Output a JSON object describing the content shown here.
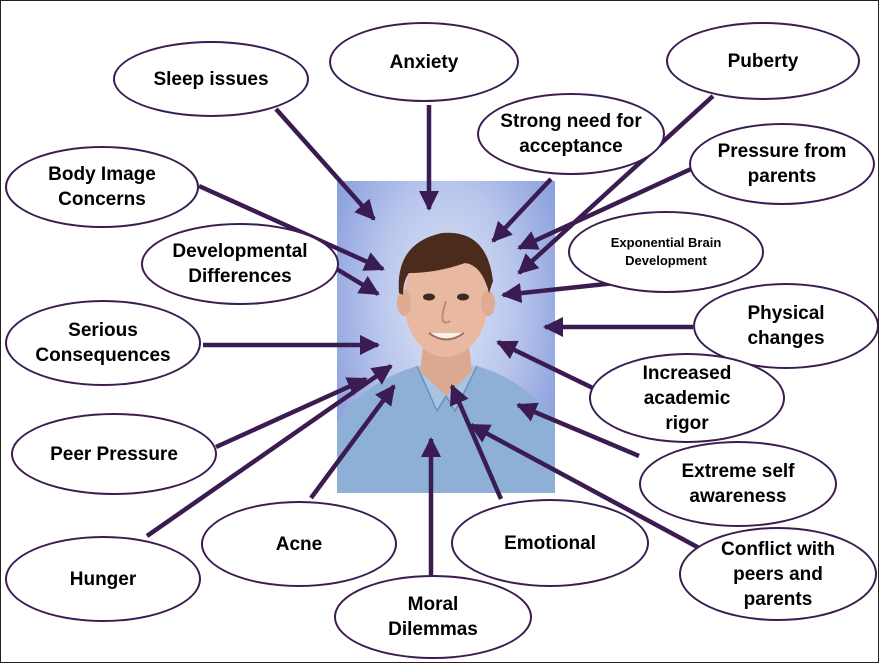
{
  "colors": {
    "arrow": "#3b1c52",
    "bubble_border": "#3b1c52",
    "photo_background": "#b9c6ec",
    "shirt": "#8fb0d6",
    "hair": "#4a2b1c",
    "skin": "#e8b9a0"
  },
  "photo": {
    "subject": "student-portrait"
  },
  "bubbles": {
    "sleep_issues": "Sleep issues",
    "anxiety": "Anxiety",
    "puberty": "Puberty",
    "strong_need": "Strong need for acceptance",
    "pressure_parents": "Pressure from parents",
    "body_image": "Body Image Concerns",
    "developmental": "Developmental Differences",
    "exponential_brain": "Exponential Brain Development",
    "serious_consequences": "Serious Consequences",
    "physical_changes": "Physical changes",
    "increased_academic": "Increased academic rigor",
    "peer_pressure": "Peer Pressure",
    "extreme_self": "Extreme self awareness",
    "hunger": "Hunger",
    "acne": "Acne",
    "emotional": "Emotional",
    "conflict": "Conflict with peers and parents",
    "moral_dilemmas": "Moral Dilemmas"
  }
}
